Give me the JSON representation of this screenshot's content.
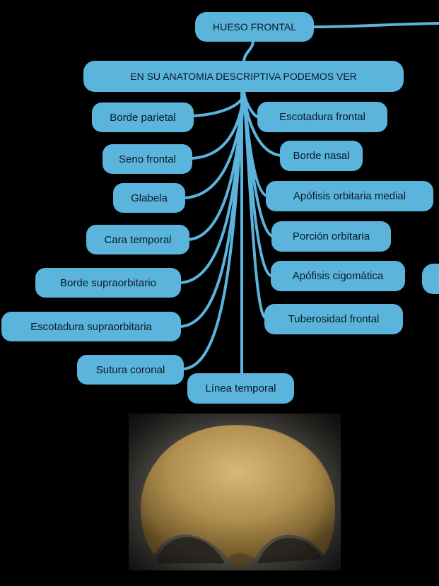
{
  "colors": {
    "node_fill": "#5ab4dc",
    "connector": "#5ab4dc",
    "background": "#000000",
    "text": "#0b1a24"
  },
  "root": {
    "label": "HUESO FRONTAL"
  },
  "main": {
    "label": "EN SU ANATOMIA DESCRIPTIVA PODEMOS VER"
  },
  "left_branches": [
    "Borde parietal",
    "Seno frontal",
    "Glabela",
    "Cara temporal",
    "Borde supraorbitario",
    "Escotadura supraorbitaria",
    "Sutura coronal"
  ],
  "right_branches": [
    "Escotadura frontal",
    "Borde nasal",
    "Apófisis orbitaria medial",
    "Porción orbitaria",
    "Apófisis cigomática",
    "Tuberosidad frontal"
  ],
  "bottom_branch": "Línea temporal",
  "image": {
    "subject": "frontal-bone-photo"
  }
}
